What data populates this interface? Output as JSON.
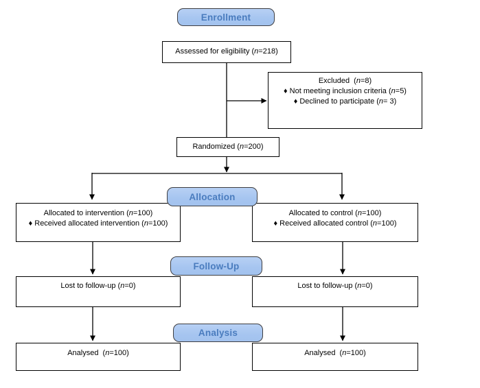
{
  "flowchart": {
    "stages": {
      "enrollment": "Enrollment",
      "allocation": "Allocation",
      "follow_up": "Follow-Up",
      "analysis": "Analysis"
    },
    "assessed": {
      "text": "Assessed for eligibility (n=218)"
    },
    "excluded": {
      "lines": [
        "Excluded  (n=8)",
        "♦ Not meeting inclusion criteria (n=5)",
        "♦ Declined to participate (n= 3)"
      ]
    },
    "randomized": {
      "text": "Randomized (n=200)"
    },
    "allocation_left": {
      "lines": [
        "Allocated to intervention (n=100)",
        "♦ Received allocated intervention (n=100)"
      ]
    },
    "allocation_right": {
      "lines": [
        "Allocated to control (n=100)",
        "♦ Received allocated control (n=100)"
      ]
    },
    "follow_up_left": {
      "text": "Lost to follow-up (n=0)"
    },
    "follow_up_right": {
      "text": "Lost to follow-up (n=0)"
    },
    "analysis_left": {
      "text": "Analysed  (n=100)"
    },
    "analysis_right": {
      "text": "Analysed  (n=100)"
    },
    "colors": {
      "stage_fill": "#a9c7f0",
      "stage_text": "#4a7cbe",
      "stage_border": "#3d3d40",
      "box_border": "#000000",
      "connector": "#000000"
    }
  }
}
